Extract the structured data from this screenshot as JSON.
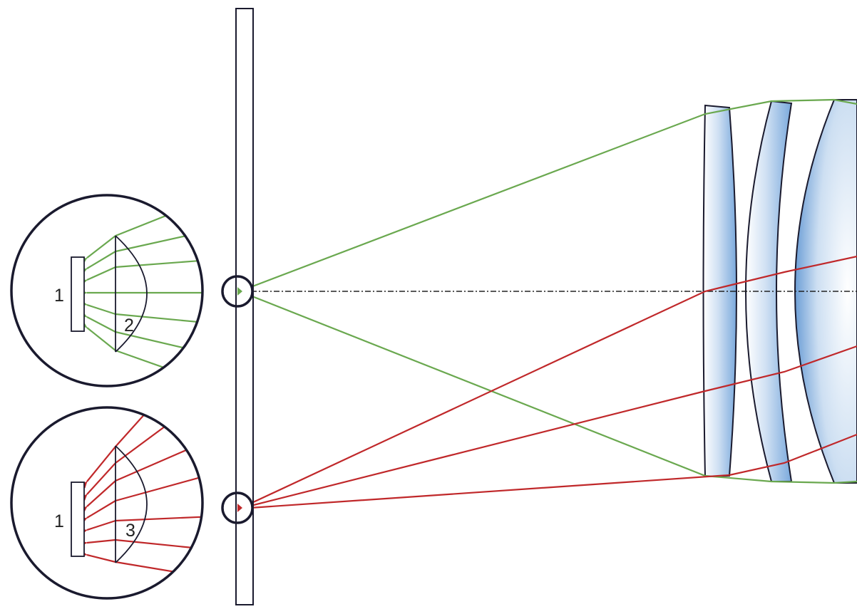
{
  "labels": {
    "sensor_top": "1",
    "wavefront_top": "2",
    "sensor_bottom": "1",
    "wavefront_bottom": "3"
  },
  "colors": {
    "on_axis_rays": "#6aa84f",
    "off_axis_rays": "#c0282a",
    "outline": "#1a1a2e",
    "lens_fill_light": "#ffffff",
    "lens_fill_dark": "#6f9fd8",
    "axis_line": "#222222"
  },
  "icons": {
    "on_axis_focus_marker": "circle",
    "off_axis_focus_marker": "circle"
  }
}
